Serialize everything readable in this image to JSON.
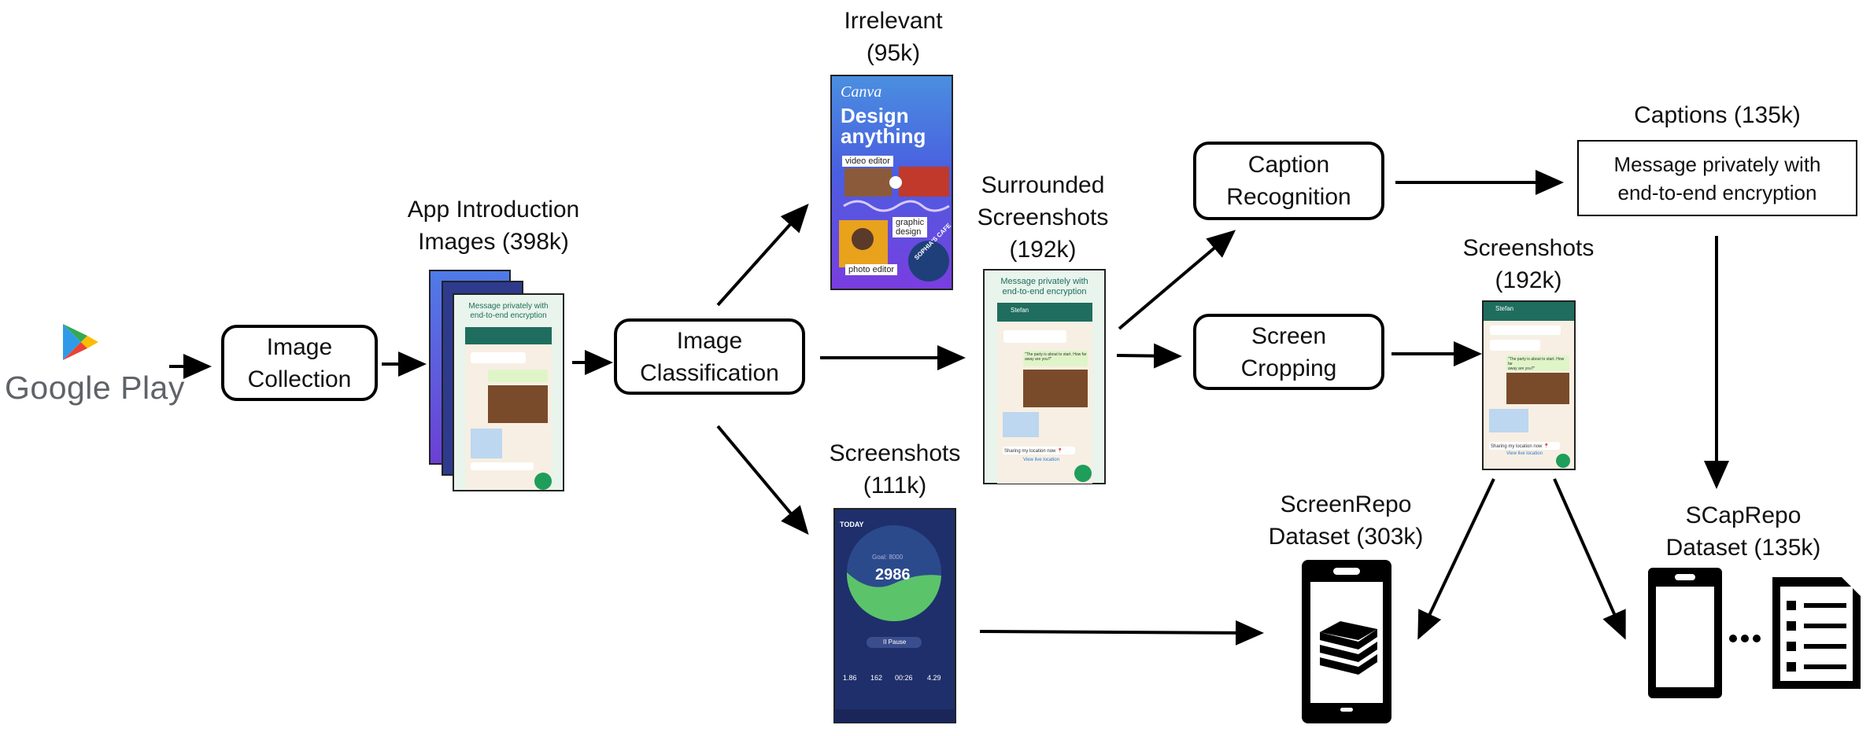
{
  "source": {
    "name": "Google Play"
  },
  "steps": {
    "image_collection": "Image\nCollection",
    "image_classification": "Image\nClassification",
    "caption_recognition": "Caption\nRecognition",
    "screen_cropping": "Screen\nCropping"
  },
  "labels": {
    "app_intro": "App Introduction\nImages (398k)",
    "irrelevant": "Irrelevant\n(95k)",
    "surrounded": "Surrounded\nScreenshots\n(192k)",
    "screenshots_111k": "Screenshots\n(111k)",
    "captions": "Captions (135k)",
    "screenshots_192k": "Screenshots\n(192k)",
    "screenrepo": "ScreenRepo\nDataset (303k)",
    "scaprepo": "SCapRepo\nDataset (135k)"
  },
  "caption_example": "Message privately with\nend-to-end encryption",
  "thumbnails": {
    "whatsapp_banner": "Message privately with\nend-to-end encryption",
    "canva_logo": "Canva",
    "canva_headline": "Design\nanything",
    "canva_tags": [
      "video editor",
      "graphic\ndesign",
      "photo editor"
    ],
    "canva_badge": "SOPHIA'S CAFE",
    "step_today": "TODAY",
    "step_count": "2986",
    "step_goal": "Goal: 8000",
    "step_stats": [
      "1.86",
      "162",
      "00:26",
      "4.29"
    ],
    "step_pause": "II  Pause",
    "wa_contact": "Stefan",
    "wa_msg1": "\"The party is about to start. How far\naway are you?\"",
    "wa_msg2": "Sharing my location now 📍",
    "wa_msg3": "View live location"
  },
  "icons": [
    "google-play-logo-icon",
    "phone-outline-icon",
    "books-icon",
    "list-icon",
    "ellipsis-icon"
  ],
  "colors": {
    "stroke": "#000000",
    "wa_green": "#1f6d5e",
    "canva_top": "#4a5fe0",
    "canva_bottom": "#7a3de0",
    "step_bg": "#1f2f6b",
    "step_green": "#5bc46a"
  }
}
